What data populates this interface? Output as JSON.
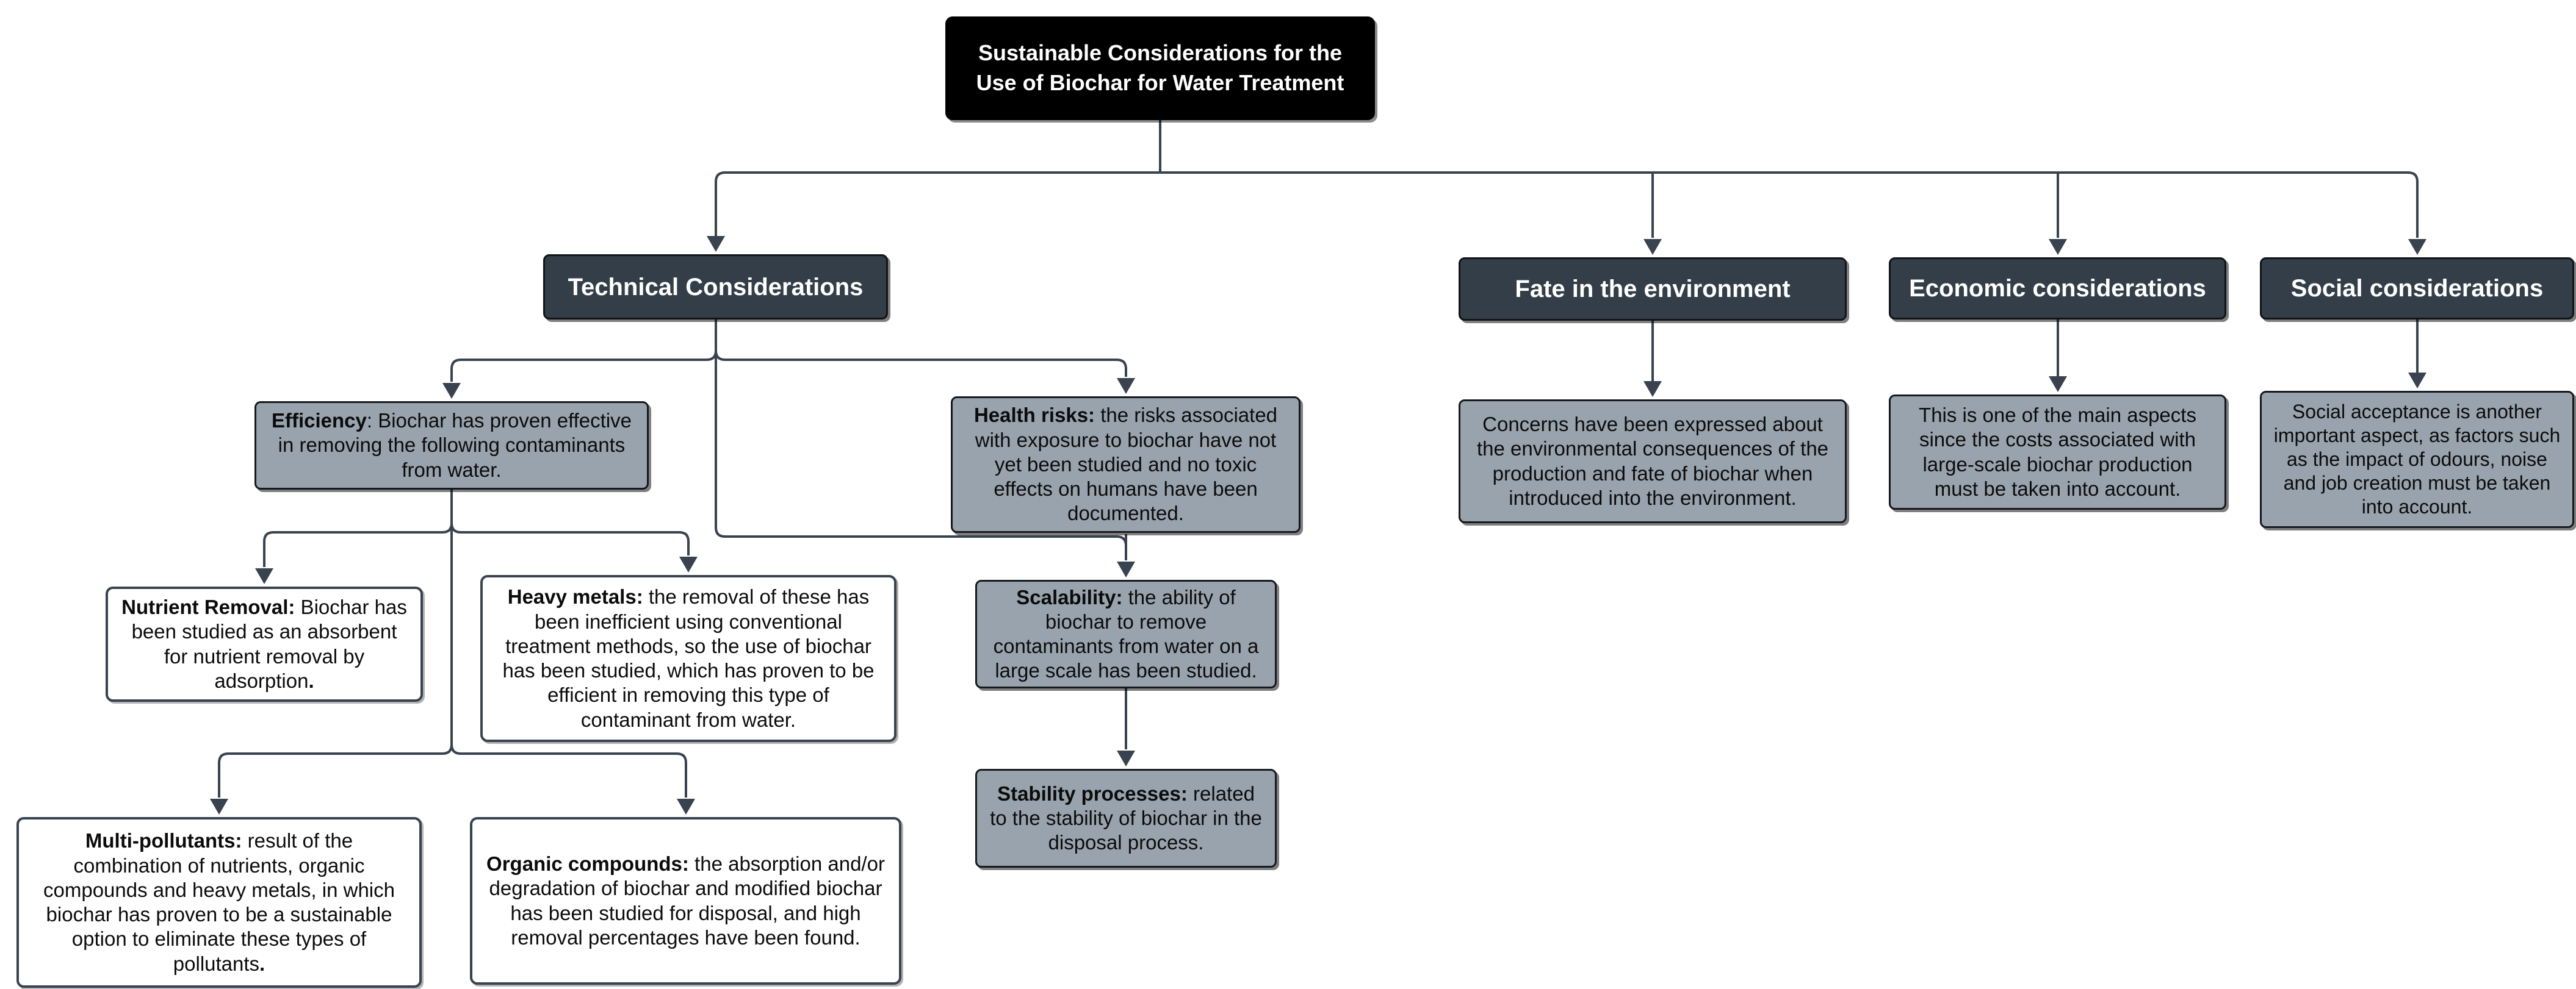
{
  "title": {
    "text": "Sustainable Considerations for the Use of Biochar for Water Treatment"
  },
  "branches": {
    "technical": {
      "label": "Technical Considerations"
    },
    "fate": {
      "label": "Fate in the environment",
      "desc": "Concerns have been expressed about the environmental consequences of the production and fate of biochar when introduced into the environment."
    },
    "economic": {
      "label": "Economic considerations",
      "desc": "This is one of the main aspects since the costs associated with large-scale biochar production must be taken into account."
    },
    "social": {
      "label": "Social considerations",
      "desc": "Social acceptance is another important aspect, as factors such as the impact of odours, noise and job creation must be taken into account."
    }
  },
  "technical_nodes": {
    "efficiency": {
      "bold": "Efficiency",
      "rest": ": Biochar has proven effective in removing the following contaminants from water."
    },
    "health_risks": {
      "bold": "Health risks:",
      "rest": " the risks associated with exposure to biochar have not yet been studied and no toxic effects on humans have been documented."
    },
    "nutrient_removal": {
      "bold": "Nutrient Removal:",
      "rest": " Biochar has been studied as an absorbent for nutrient removal by adsorption",
      "bold_end": "."
    },
    "heavy_metals": {
      "bold": "Heavy metals:",
      "rest": " the removal of these has been inefficient using conventional treatment methods, so the use of biochar has been studied, which has proven to be efficient in removing this type of contaminant from water."
    },
    "multi_pollutants": {
      "bold": "Multi-pollutants:",
      "rest": " result of the combination of nutrients, organic compounds and heavy metals, in which biochar has proven to be a sustainable option to eliminate these types of pollutants",
      "bold_end": "."
    },
    "organic_compounds": {
      "bold": "Organic compounds:",
      "rest": " the absorption and/or degradation of biochar and modified biochar has been studied for disposal, and high removal percentages have been found."
    },
    "scalability": {
      "bold": "Scalability:",
      "rest": " the ability of biochar to remove contaminants from water on a large scale has been studied."
    },
    "stability": {
      "bold": "Stability processes:",
      "rest": " related to the stability of biochar in the disposal process."
    }
  },
  "colors": {
    "node_black": "#000000",
    "node_dark": "#333E48",
    "node_gray": "#99A3AD",
    "node_white": "#FFFFFF",
    "line": "#39434F",
    "text_light": "#FFFFFF",
    "text_dark": "#0B0B0B"
  }
}
